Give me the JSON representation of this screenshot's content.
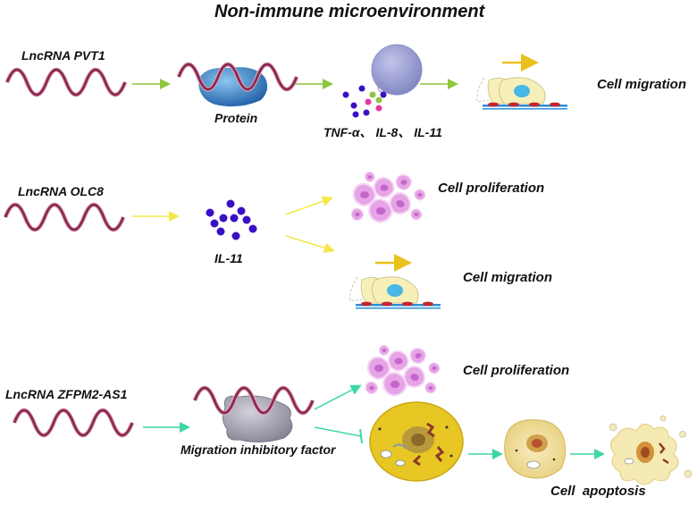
{
  "title": "Non-immune microenvironment",
  "pathways": [
    {
      "lncrna": "LncRNA PVT1",
      "partner": "Protein",
      "cytokines": "TNF-α、 IL-8、 IL-11",
      "outcome": "Cell migration"
    },
    {
      "lncrna": "LncRNA OLC8",
      "cytokine": "IL-11",
      "outcome_1": "Cell proliferation",
      "outcome_2": "Cell migration"
    },
    {
      "lncrna": "LncRNA ZFPM2-AS1",
      "partner": "Migration inhibitory factor",
      "outcome_1": "Cell proliferation",
      "outcome_2": "Cell  apoptosis"
    }
  ],
  "colors": {
    "rna": "#8e2a52",
    "arrow_green": "#8dc63f",
    "arrow_yellow": "#f2e84b",
    "arrow_teal": "#3fd6a6",
    "dots": "#3a10c4",
    "protein": "#2f7bc4",
    "mif": "#9a97a8",
    "cell": "#f7efb8",
    "nucleus": "#47b8e8",
    "prolif_cell": "#e9a6e8"
  }
}
